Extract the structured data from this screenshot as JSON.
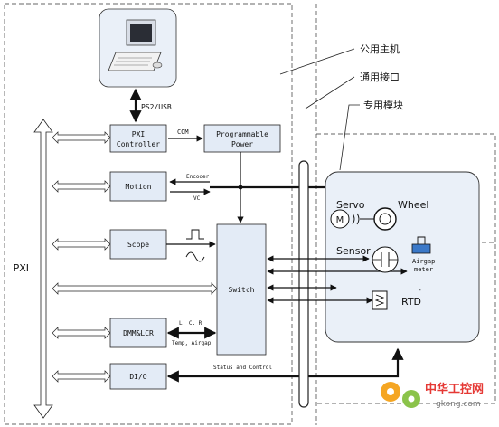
{
  "labels": {
    "pxi": "PXI",
    "ps2usb": "PS2/USB",
    "com": "COM",
    "encoder": "Encoder",
    "vc": "VC",
    "lcr": "L. C. R",
    "temp_airgap": "Temp, Airgap",
    "status_control": "Status and Control",
    "servo": "Servo",
    "wheel": "Wheel",
    "motor_m": "M",
    "sensor": "Sensor",
    "airgap_meter_1": "Airgap",
    "airgap_meter_2": "meter",
    "rtd": "RTD",
    "host": "公用主机",
    "interface": "通用接口",
    "module": "专用模块",
    "watermark_cn": "中华工控网",
    "watermark_url": "gkong.com"
  },
  "boxes": {
    "pxi_controller_1": "PXI",
    "pxi_controller_2": "Controller",
    "programmable_power_1": "Programmable",
    "programmable_power_2": "Power",
    "motion": "Motion",
    "scope": "Scope",
    "switch": "Switch",
    "dmm_lcr": "DMM&LCR",
    "dio": "DI/O"
  },
  "colors": {
    "box_fill": "#e3ebf6",
    "rounded_fill": "#eaf0f8",
    "airgap_block": "#3a78c8",
    "watermark_red": "#e53935",
    "watermark_orange": "#f5a623",
    "watermark_green": "#8bc34a"
  }
}
